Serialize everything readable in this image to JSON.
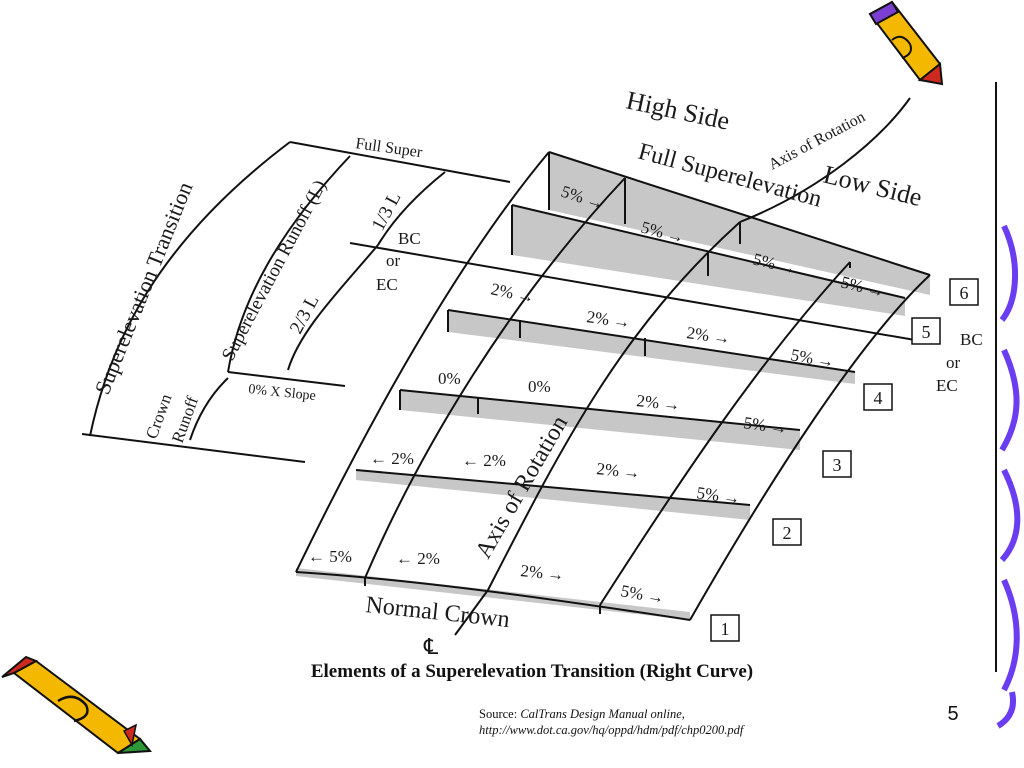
{
  "slide": {
    "caption": "Elements of a Superelevation Transition (Right Curve)",
    "source_label": "Source: ",
    "source_title": "CalTrans Design Manual online,",
    "source_url": "http://www.dot.ca.gov/hq/oppd/hdm/pdf/chp0200.pdf",
    "page_number": "5"
  },
  "diagram": {
    "top_labels": {
      "high_side": "High Side",
      "low_side": "Low Side",
      "full_super": "Full Superelevation",
      "axis_top": "Axis of Rotation"
    },
    "bottom_labels": {
      "normal_crown": "Normal Crown",
      "centerline": "℄",
      "axis_mid": "Axis of Rotation"
    },
    "left_brackets": {
      "full_super": "Full Super",
      "runoff": "Superelevation Runoff (L)",
      "third": "1/3 L",
      "two_thirds": "2/3 L",
      "bc": "BC",
      "or": "or",
      "ec": "EC",
      "transition": "Superelevation Transition",
      "crown": "Crown",
      "runoff_word": "Runoff",
      "zero_slope": "0% X Slope"
    },
    "right_bc": {
      "bc": "BC",
      "or": "or",
      "ec": "EC"
    },
    "stations": [
      "1",
      "2",
      "3",
      "4",
      "5",
      "6"
    ],
    "slopes": {
      "s1": [
        "← 5%",
        "← 2%",
        "2% →",
        "5% →"
      ],
      "s2": [
        "← 2%",
        "← 2%",
        "2% →",
        "5% →"
      ],
      "s3": [
        "0%",
        "0%",
        "2% →",
        "5% →"
      ],
      "s4": [
        "2% →",
        "2% →",
        "2% →",
        "5% →"
      ],
      "s6": [
        "5% →",
        "5% →",
        "5% →",
        "5% →"
      ]
    }
  }
}
